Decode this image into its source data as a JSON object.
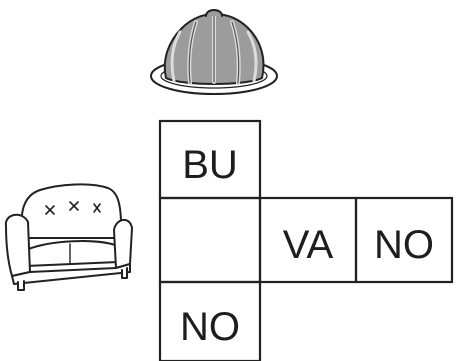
{
  "puzzle": {
    "cells": {
      "top": "BU",
      "middle_left": "",
      "middle_center": "VA",
      "middle_right": "NO",
      "bottom": "NO"
    },
    "pictures": {
      "top": "jelly-pudding-icon",
      "left": "sofa-icon"
    }
  }
}
